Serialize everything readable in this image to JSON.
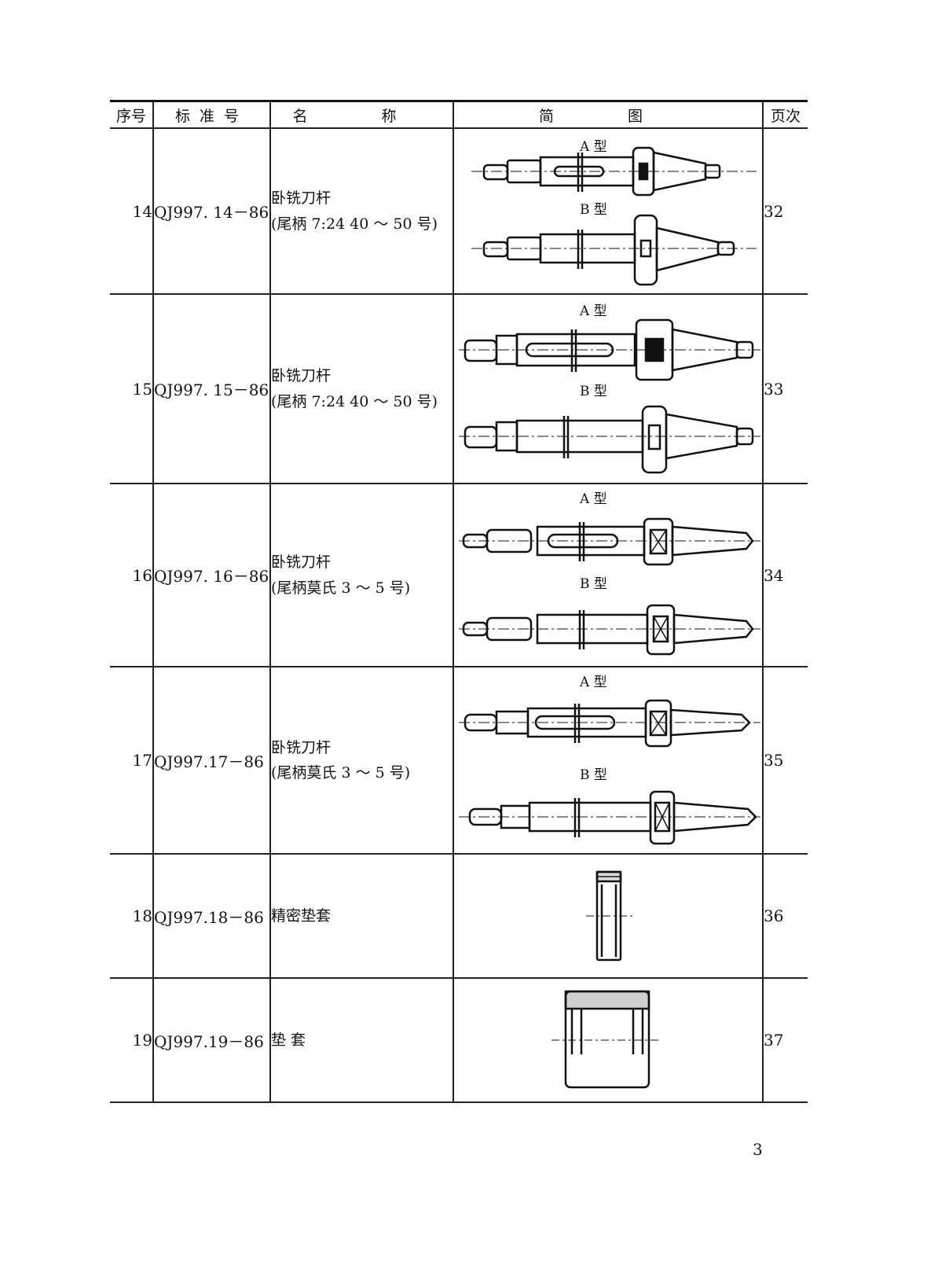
{
  "header": {
    "no": "序号",
    "std": "标准号",
    "name": "名 称",
    "fig": "简 图",
    "page": "页次"
  },
  "type_labels": {
    "a": "A 型",
    "b": "B 型"
  },
  "rows": [
    {
      "no": "14",
      "std": "QJ997. 14－86",
      "name_l1": "卧铣刀杆",
      "name_l2": "(尾柄 7:24  40 ～ 50 号)",
      "page": "32",
      "figure": "arbor-7-24-ab"
    },
    {
      "no": "15",
      "std": "QJ997. 15－86",
      "name_l1": "卧铣刀杆",
      "name_l2": "(尾柄 7:24  40 ～ 50 号)",
      "page": "33",
      "figure": "arbor-7-24-ab"
    },
    {
      "no": "16",
      "std": "QJ997. 16－86",
      "name_l1": "卧铣刀杆",
      "name_l2": "(尾柄莫氏   3 ～ 5 号)",
      "page": "34",
      "figure": "arbor-morse-ab"
    },
    {
      "no": "17",
      "std": "QJ997.17－86",
      "name_l1": "卧铣刀杆",
      "name_l2": "(尾柄莫氏   3 ～ 5 号)",
      "page": "35",
      "figure": "arbor-morse-ab"
    },
    {
      "no": "18",
      "std": "QJ997.18－86",
      "name_l1": "精密垫套",
      "name_l2": "",
      "page": "36",
      "figure": "precision-spacer"
    },
    {
      "no": "19",
      "std": "QJ997.19－86",
      "name_l1": "垫  套",
      "name_l2": "",
      "page": "37",
      "figure": "spacer-sleeve"
    }
  ],
  "page_number": "3"
}
